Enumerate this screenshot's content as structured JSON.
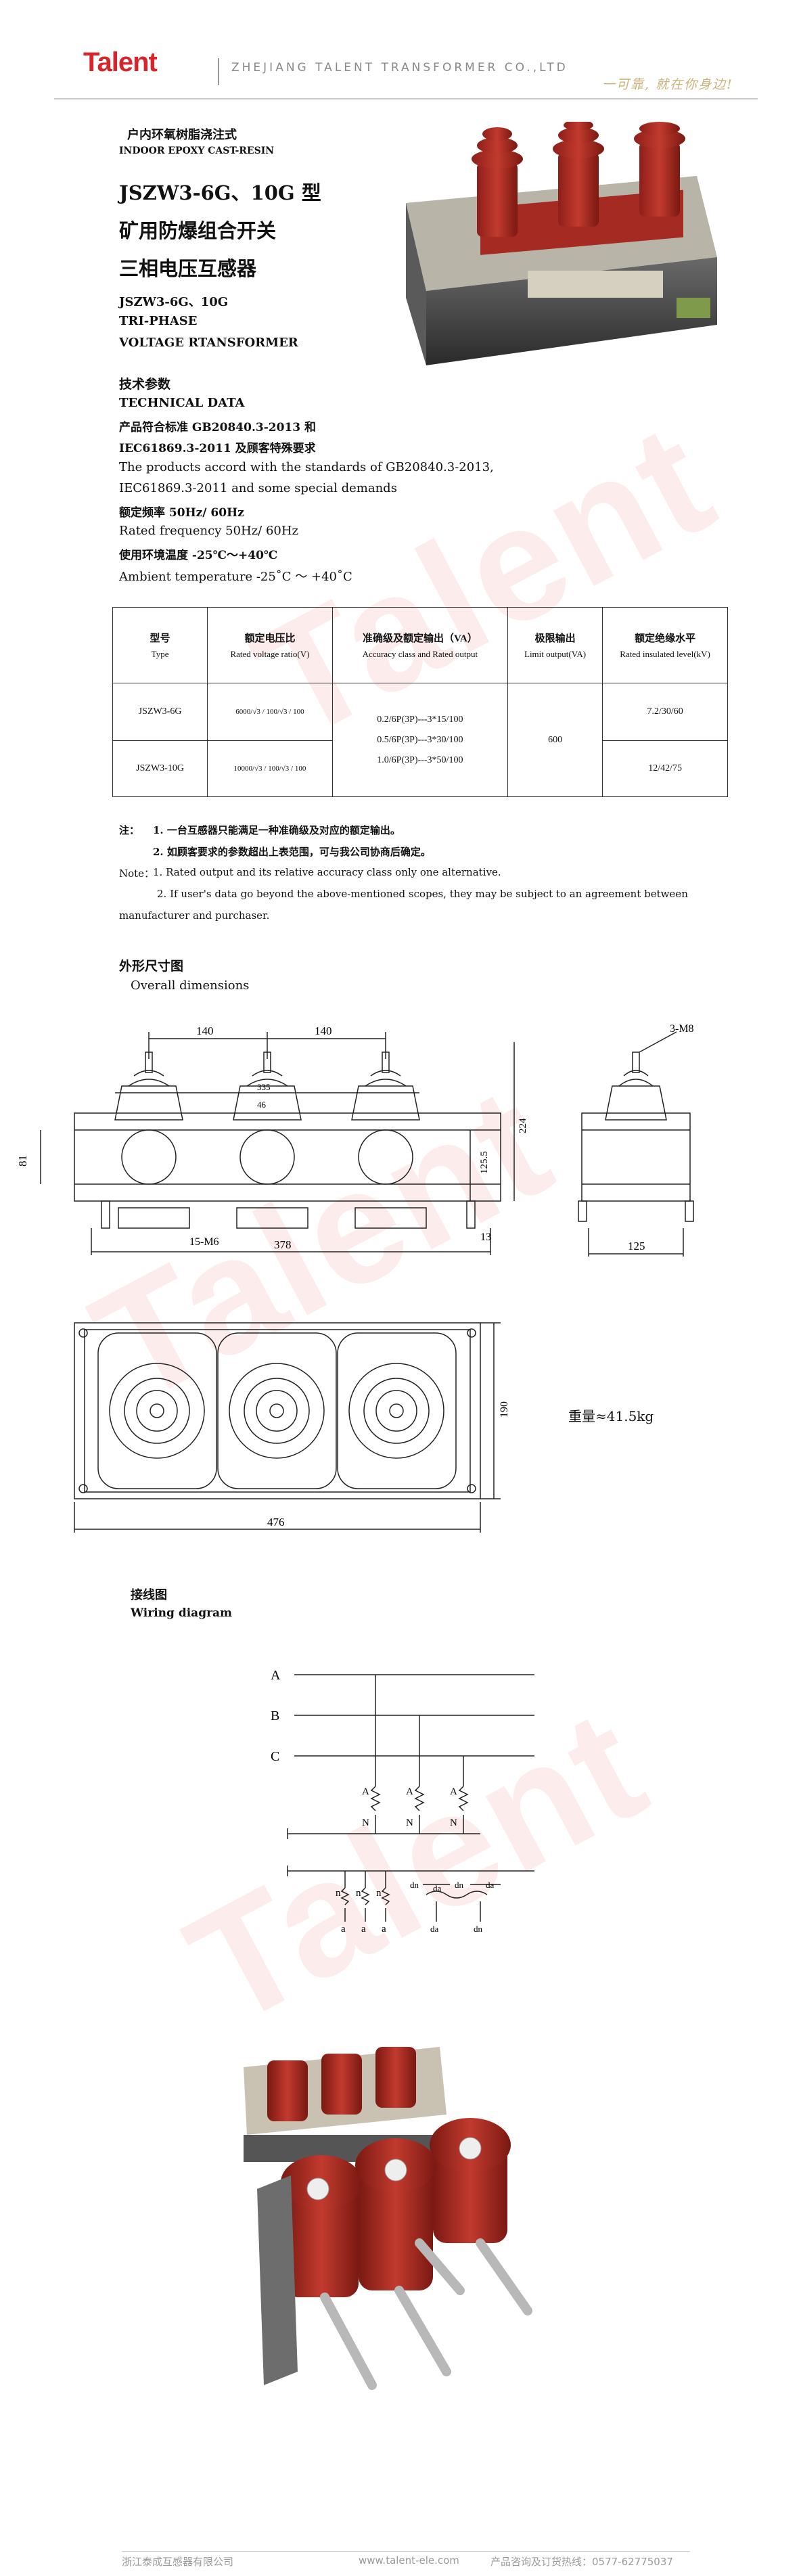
{
  "header": {
    "logo": "Talent",
    "company": "ZHEJIANG TALENT TRANSFORMER CO.,LTD",
    "slogan": "一可靠, 就在你身边!"
  },
  "watermark": "Talent",
  "product": {
    "type_cn": "户内环氧树脂浇注式",
    "type_en": "INDOOR EPOXY CAST-RESIN",
    "model_title": "JSZW3-6G、10G 型",
    "name_cn_line1": "矿用防爆组合开关",
    "name_cn_line2": "三相电压互感器",
    "name_en_line1": "JSZW3-6G、10G",
    "name_en_line2": "TRI-PHASE",
    "name_en_line3": "VOLTAGE RTANSFORMER"
  },
  "technical": {
    "heading_cn": "技术参数",
    "heading_en": "TECHNICAL DATA",
    "standard_cn_1": "产品符合标准 GB20840.3-2013 和",
    "standard_cn_2": "IEC61869.3-2011 及顾客特殊要求",
    "standard_en_1": "The products accord with the standards of GB20840.3-2013,",
    "standard_en_2": "IEC61869.3-2011 and some special demands",
    "freq_cn": "额定频率 50Hz/ 60Hz",
    "freq_en": "Rated frequency    50Hz/ 60Hz",
    "temp_cn": "使用环境温度 -25℃～+40℃",
    "temp_en": "Ambient temperature    -25˚C  ～  +40˚C"
  },
  "table": {
    "headers": [
      {
        "cn": "型号",
        "en": "Type"
      },
      {
        "cn": "额定电压比",
        "en": "Rated voltage ratio(V)"
      },
      {
        "cn": "准确级及额定输出（VA）",
        "en": "Accuracy class and Rated output"
      },
      {
        "cn": "极限输出",
        "en": "Limit output(VA)"
      },
      {
        "cn": "额定绝缘水平",
        "en": "Rated insulated level(kV)"
      }
    ],
    "rows": [
      {
        "type": "JSZW3-6G",
        "ratio": "6000/√3 / 100/√3 / 100",
        "insulation": "7.2/30/60"
      },
      {
        "type": "JSZW3-10G",
        "ratio": "10000/√3 / 100/√3 / 100",
        "insulation": "12/42/75"
      }
    ],
    "accuracy": [
      "0.2/6P(3P)---3*15/100",
      "0.5/6P(3P)---3*30/100",
      "1.0/6P(3P)---3*50/100"
    ],
    "limit_output": "600"
  },
  "notes": {
    "label_cn": "注：",
    "cn_1": "1.  一台互感器只能满足一种准确级及对应的额定输出。",
    "cn_2": "2.  如顾客要求的参数超出上表范围，可与我公司协商后确定。",
    "label_en": "Note：",
    "en_1": "1. Rated output and its relative accuracy class only one alternative.",
    "en_2": "2. If user's data go beyond the above-mentioned scopes, they may be subject to an agreement between",
    "en_3": "manufacturer and purchaser."
  },
  "dimensions": {
    "heading_cn": "外形尺寸图",
    "heading_en": "Overall dimensions",
    "d_140a": "140",
    "d_140b": "140",
    "d_3m8": "3-M8",
    "d_335": "335",
    "d_46": "46",
    "d_224": "224",
    "d_81": "81",
    "d_125_5": "125.5",
    "d_15m6": "15-M6",
    "d_13": "13",
    "d_378": "378",
    "d_125": "125",
    "d_190": "190",
    "d_476": "476",
    "weight": "重量≈41.5kg"
  },
  "wiring": {
    "heading_cn": "接线图",
    "heading_en": "Wiring  diagram",
    "bus": [
      "A",
      "B",
      "C"
    ],
    "primary_top": [
      "A",
      "A",
      "A"
    ],
    "primary_bottom": [
      "N",
      "N",
      "N"
    ],
    "sec_top": [
      "n",
      "n",
      "n"
    ],
    "sec_bottom": [
      "a",
      "a",
      "a"
    ],
    "delta": [
      "dn",
      "da",
      "dn",
      "da",
      "da",
      "dn"
    ]
  },
  "footer": {
    "left": "浙江泰成互感器有限公司",
    "mid": "www.talent-ele.com",
    "right": "产品咨询及订货热线：0577-62775037"
  }
}
